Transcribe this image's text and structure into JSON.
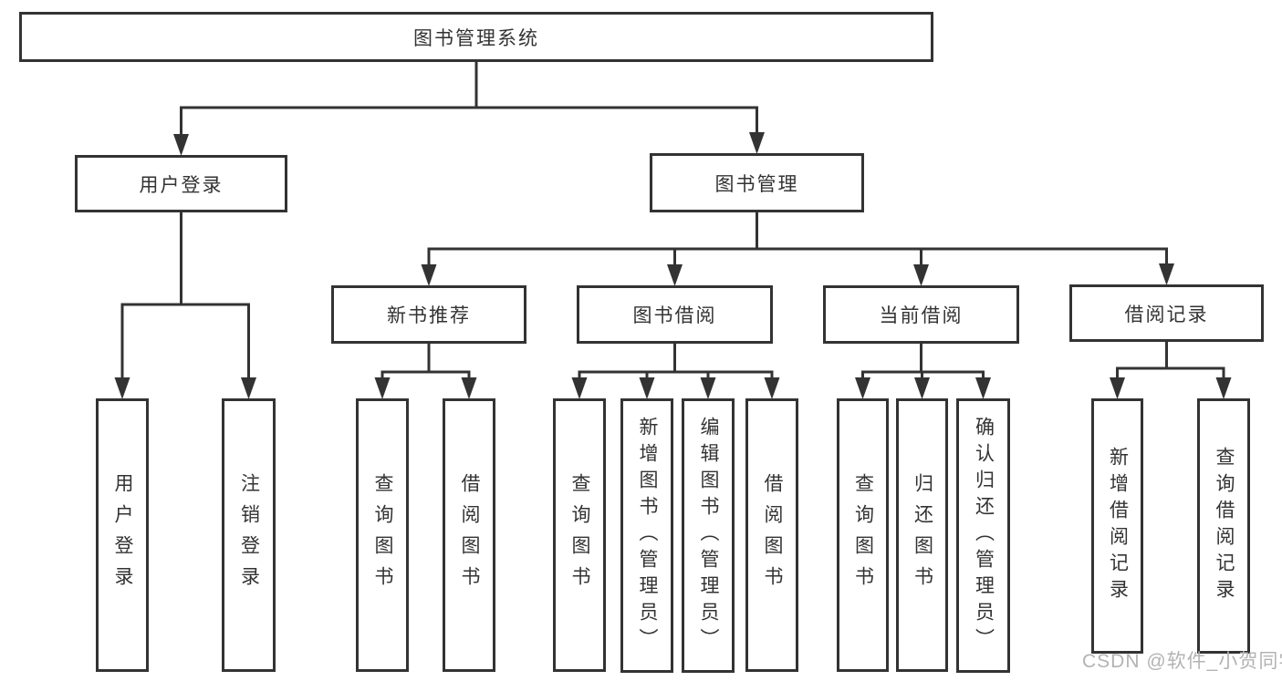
{
  "diagram": {
    "root_label": "图书管理系统",
    "nodes": [
      {
        "id": "root",
        "label": "图书管理系统",
        "parent": null
      },
      {
        "id": "user-login-branch",
        "label": "用户登录",
        "parent": "root"
      },
      {
        "id": "book-mgmt",
        "label": "图书管理",
        "parent": "root"
      },
      {
        "id": "new-book-rec",
        "label": "新书推荐",
        "parent": "book-mgmt"
      },
      {
        "id": "book-borrow",
        "label": "图书借阅",
        "parent": "book-mgmt"
      },
      {
        "id": "current-borrow",
        "label": "当前借阅",
        "parent": "book-mgmt"
      },
      {
        "id": "borrow-records",
        "label": "借阅记录",
        "parent": "book-mgmt"
      },
      {
        "id": "user-login",
        "label": "用户登录",
        "parent": "user-login-branch"
      },
      {
        "id": "logout",
        "label": "注销登录",
        "parent": "user-login-branch"
      },
      {
        "id": "nb-query-book",
        "label": "查询图书",
        "parent": "new-book-rec"
      },
      {
        "id": "nb-borrow-book",
        "label": "借阅图书",
        "parent": "new-book-rec"
      },
      {
        "id": "bb-query-book",
        "label": "查询图书",
        "parent": "book-borrow"
      },
      {
        "id": "bb-add-book",
        "label": "新增图书（管理员）",
        "parent": "book-borrow"
      },
      {
        "id": "bb-edit-book",
        "label": "编辑图书（管理员）",
        "parent": "book-borrow"
      },
      {
        "id": "bb-borrow-book",
        "label": "借阅图书",
        "parent": "book-borrow"
      },
      {
        "id": "cb-query-book",
        "label": "查询图书",
        "parent": "current-borrow"
      },
      {
        "id": "cb-return-book",
        "label": "归还图书",
        "parent": "current-borrow"
      },
      {
        "id": "cb-confirm-return",
        "label": "确认归还（管理员）",
        "parent": "current-borrow"
      },
      {
        "id": "br-add-record",
        "label": "新增借阅记录",
        "parent": "borrow-records"
      },
      {
        "id": "br-query-record",
        "label": "查询借阅记录",
        "parent": "borrow-records"
      }
    ],
    "line_color": "#333333",
    "box_fill": "#ffffff",
    "text_color": "#333333"
  },
  "watermark": {
    "text": "CSDN @软件_小贺同学",
    "color": "#b3b3b3"
  }
}
